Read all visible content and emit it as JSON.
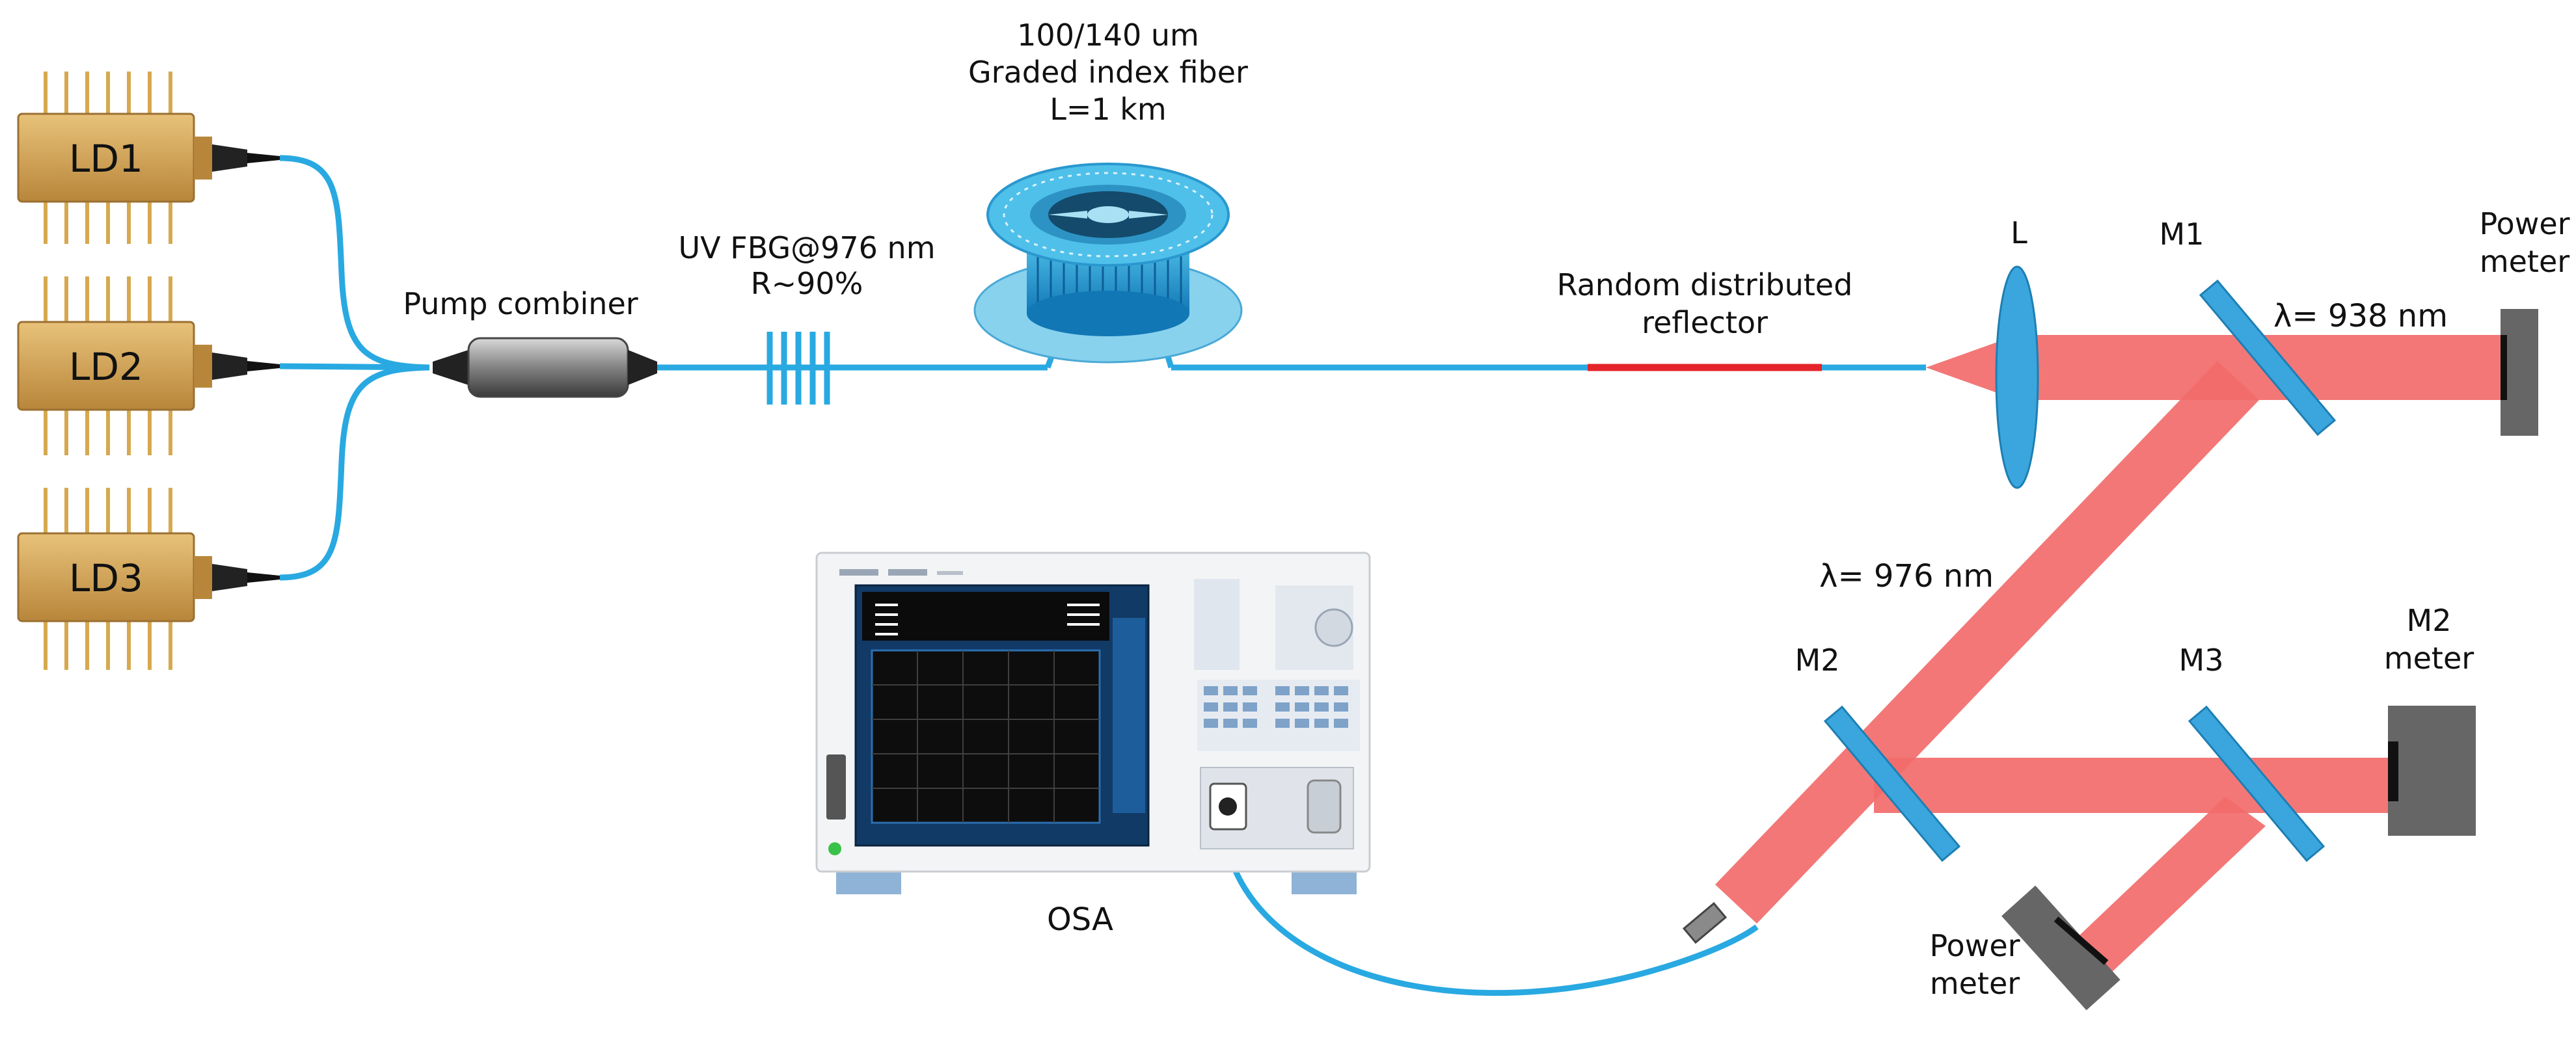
{
  "labels": {
    "ld1": "LD1",
    "ld2": "LD2",
    "ld3": "LD3",
    "pump_combiner": "Pump combiner",
    "fbg_line1": "UV FBG@976 nm",
    "fbg_line2": "R~90%",
    "fiber_line1": "100/140 um",
    "fiber_line2": "Graded index fiber",
    "fiber_line3": "L=1 km",
    "reflector_line1": "Random distributed",
    "reflector_line2": "reflector",
    "lens": "L",
    "m1": "M1",
    "m2": "M2",
    "m3": "M3",
    "lambda_938": "λ= 938 nm",
    "lambda_976": "λ= 976 nm",
    "power_meter_top_line1": "Power",
    "power_meter_top_line2": "meter",
    "m2_meter_line1": "M2",
    "m2_meter_line2": "meter",
    "power_meter_bottom_line1": "Power",
    "power_meter_bottom_line2": "meter",
    "osa": "OSA"
  },
  "colors": {
    "fiber": "#29a9e1",
    "beam": "#f26b6b",
    "mirror": "#3aa6dd",
    "reflector": "#e4242a",
    "laser_diode": "#c99745",
    "meter": "#666666",
    "osa_screen": "#1a4f86"
  }
}
